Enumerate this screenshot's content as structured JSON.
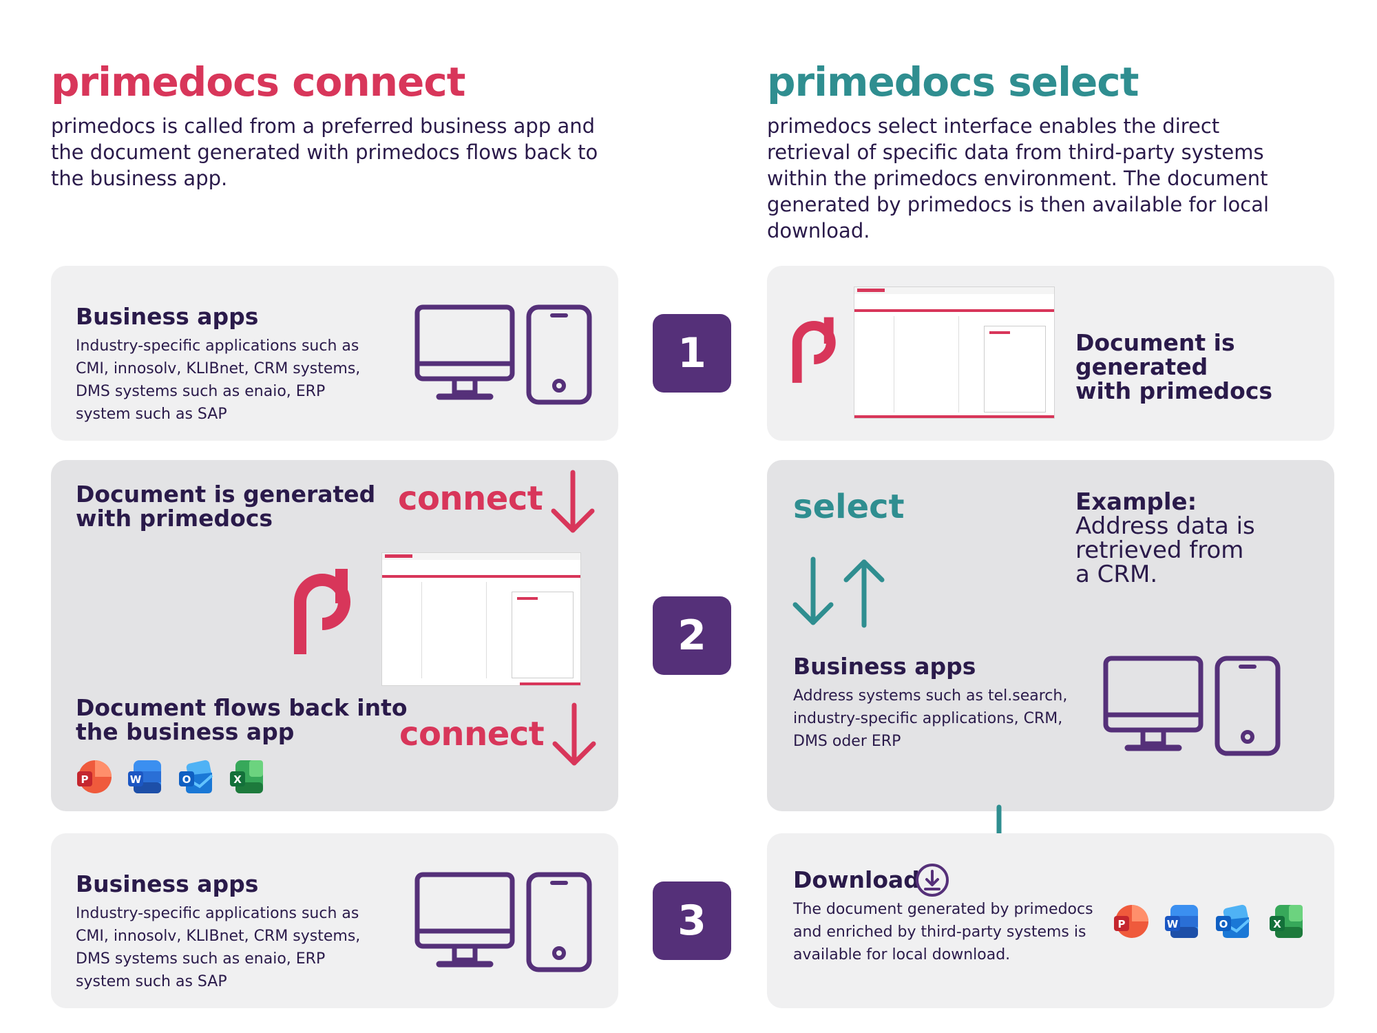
{
  "left": {
    "title": "primedocs connect",
    "intro_lines": [
      "primedocs is called from a preferred business app and",
      "the document generated with primedocs flows back to",
      "the business app."
    ],
    "panel1": {
      "title": "Business apps",
      "lines": [
        "Industry-specific applications such as",
        "CMI, innosolv, KLIBnet, CRM systems,",
        "DMS systems such as enaio, ERP",
        "system such as SAP"
      ]
    },
    "panel2": {
      "title_lines": [
        "Document is generated",
        "with primedocs"
      ],
      "connect_top": "connect",
      "flow_lines": [
        "Document flows back into",
        "the business app"
      ],
      "connect_bottom": "connect"
    },
    "panel3": {
      "title": "Business apps",
      "lines": [
        "Industry-specific applications such as",
        "CMI, innosolv, KLIBnet, CRM systems,",
        "DMS systems such as enaio, ERP",
        "system such as SAP"
      ]
    }
  },
  "right": {
    "title": "primedocs select",
    "intro_lines": [
      "primedocs select interface enables the direct",
      "retrieval of specific data from third-party systems",
      "within the primedocs environment. The document",
      "generated by primedocs is then available for local",
      "download."
    ],
    "panel1": {
      "title_lines": [
        "Document is",
        "generated",
        "with primedocs"
      ]
    },
    "panel2": {
      "select_word": "select",
      "example_label": "Example:",
      "example_lines": [
        "Address data is",
        "retrieved from",
        "a CRM."
      ],
      "apps_title": "Business apps",
      "apps_lines": [
        "Address systems such as tel.search,",
        "industry-specific applications, CRM,",
        "DMS oder ERP"
      ]
    },
    "panel3": {
      "title": "Download",
      "lines": [
        "The document generated by primedocs",
        "and enriched by third-party systems is",
        "available for local download."
      ]
    }
  },
  "steps": [
    "1",
    "2",
    "3"
  ],
  "office_apps": [
    {
      "letter": "P",
      "name": "powerpoint-icon"
    },
    {
      "letter": "W",
      "name": "word-icon"
    },
    {
      "letter": "O",
      "name": "outlook-icon"
    },
    {
      "letter": "X",
      "name": "excel-icon"
    }
  ],
  "colors": {
    "connect": "#d8365a",
    "select": "#2f8e90",
    "purple": "#553079",
    "text": "#2a1a4a"
  }
}
